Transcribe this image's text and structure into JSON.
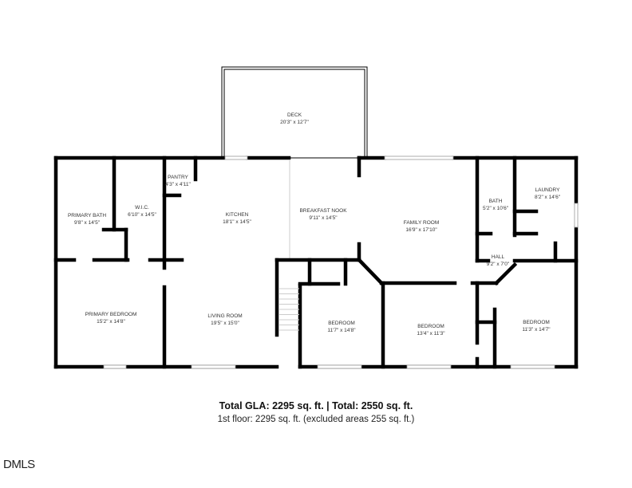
{
  "rooms": [
    {
      "name": "DECK",
      "dims": "20'3\" x 12'7\""
    },
    {
      "name": "PRIMARY BATH",
      "dims": "9'8\" x 14'5\""
    },
    {
      "name": "W.I.C.",
      "dims": "6'10\" x 14'5\""
    },
    {
      "name": "PANTRY",
      "dims": "4'3\" x 4'11\""
    },
    {
      "name": "KITCHEN",
      "dims": "18'1\" x 14'5\""
    },
    {
      "name": "BREAKFAST NOOK",
      "dims": "9'11\" x 14'5\""
    },
    {
      "name": "FAMILY ROOM",
      "dims": "16'9\" x 17'10\""
    },
    {
      "name": "BATH",
      "dims": "5'2\" x 10'6\""
    },
    {
      "name": "LAUNDRY",
      "dims": "8'2\" x 14'6\""
    },
    {
      "name": "HALL",
      "dims": "9'2\" x 7'0\""
    },
    {
      "name": "PRIMARY BEDROOM",
      "dims": "15'2\" x 14'8\""
    },
    {
      "name": "LIVING ROOM",
      "dims": "19'5\" x 15'0\""
    },
    {
      "name": "BEDROOM",
      "dims": "11'7\" x 14'8\""
    },
    {
      "name": "BEDROOM",
      "dims": "13'4\" x 11'3\""
    },
    {
      "name": "BEDROOM",
      "dims": "11'3\" x 14'7\""
    }
  ],
  "summary": {
    "total_line": "Total GLA: 2295 sq. ft. | Total: 2550 sq. ft.",
    "floor_line": "1st floor: 2295 sq. ft. (excluded areas 255 sq. ft.)"
  },
  "logo": "DMLS"
}
